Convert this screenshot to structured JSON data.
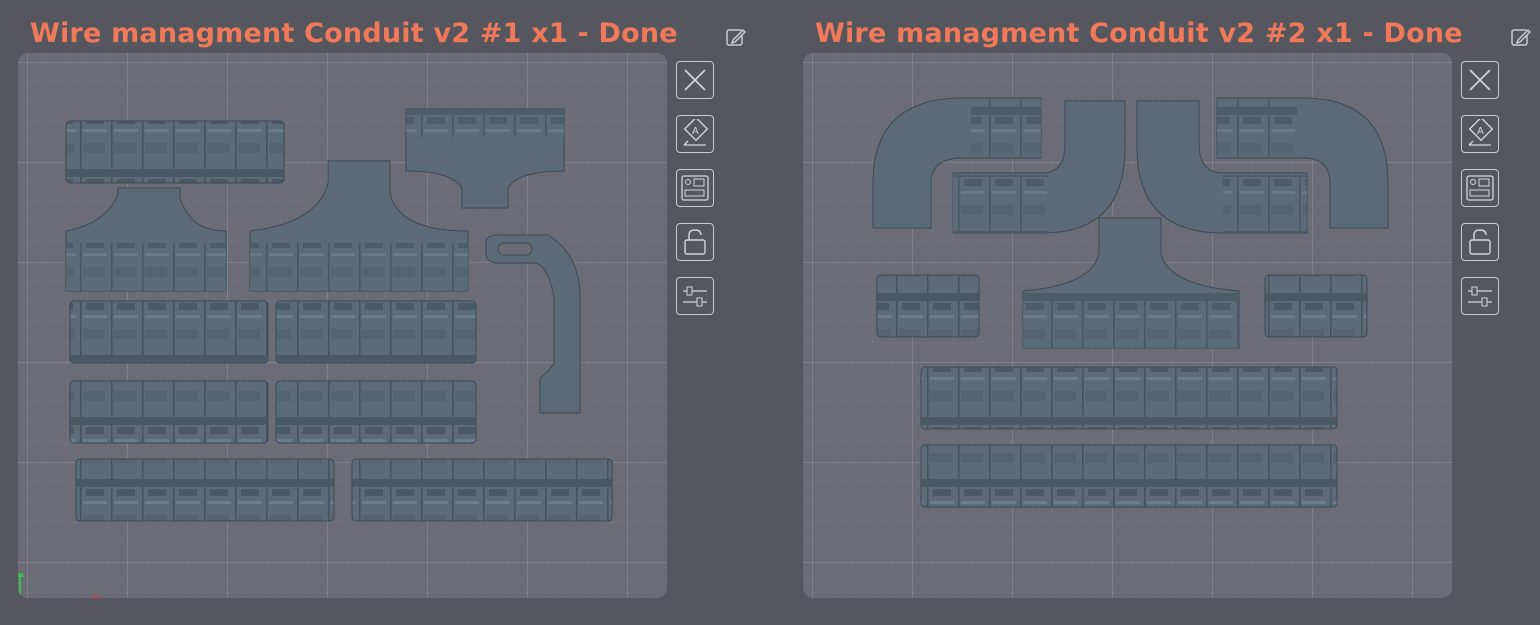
{
  "plates": [
    {
      "title": "Wire managment Conduit v2 #1 x1 - Done",
      "number": "01"
    },
    {
      "title": "Wire managment Conduit v2 #2 x1 - Done",
      "number": "02"
    }
  ],
  "icons": {
    "edit": "pencil-icon",
    "remove": "close-icon",
    "auto_orient": "auto-orient-icon",
    "arrange": "arrange-icon",
    "lock": "lock-icon",
    "settings": "sliders-icon"
  },
  "colors": {
    "background": "#55565e",
    "plate": "#6b6c75",
    "accent": "#f0795a",
    "part": "#5a6a78",
    "part_edge": "#3d4a55"
  }
}
